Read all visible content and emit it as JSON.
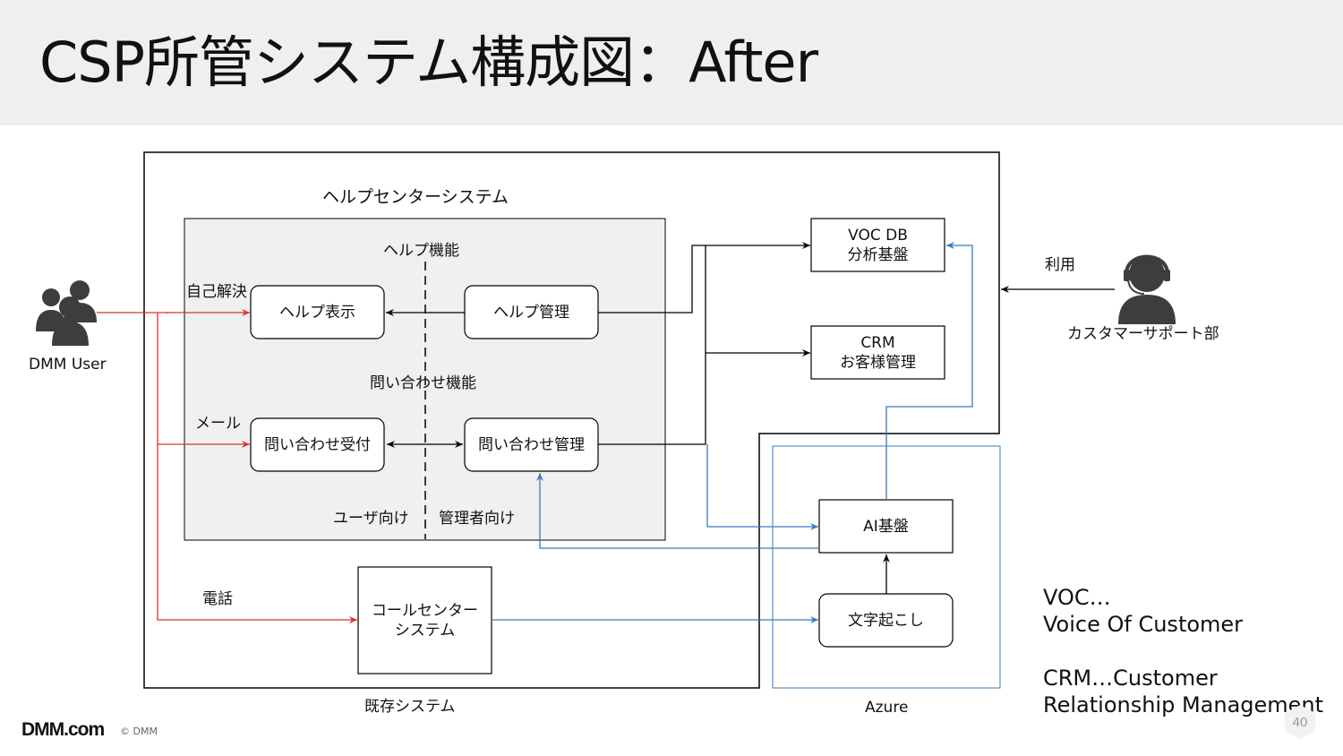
{
  "slide": {
    "title": "CSP所管システム構成図：After",
    "page_number": "40",
    "logo_text": "DMM.com",
    "copyright": "© DMM"
  },
  "diagram": {
    "group_labels": {
      "helpcenter": "ヘルプセンターシステム",
      "existing": "既存システム",
      "azure": "Azure"
    },
    "section_labels": {
      "help_function": "ヘルプ機能",
      "inquiry_function": "問い合わせ機能",
      "for_users": "ユーザ向け",
      "for_admins": "管理者向け"
    },
    "edge_labels": {
      "self_solve": "自己解決",
      "mail": "メール",
      "phone": "電話",
      "use": "利用"
    },
    "nodes": {
      "help_view": "ヘルプ表示",
      "help_admin": "ヘルプ管理",
      "inquiry_receive": "問い合わせ受付",
      "inquiry_admin": "問い合わせ管理",
      "call_center": "コールセンター\nシステム",
      "voc_db": "VOC DB\n分析基盤",
      "crm": "CRM\nお客様管理",
      "ai_base": "AI基盤",
      "transcribe": "文字起こし"
    },
    "actors": {
      "dmm_user": "DMM User",
      "cs_dept": "カスタマーサポート部"
    },
    "colors": {
      "user_flow": "#e03030",
      "azure_flow": "#3a78c2",
      "internal_flow": "#000000",
      "panel_fill": "#f0f0f0"
    }
  },
  "notes": {
    "voc": "VOC…\nVoice Of Customer",
    "crm": "CRM…Customer\nRelationship Management"
  }
}
